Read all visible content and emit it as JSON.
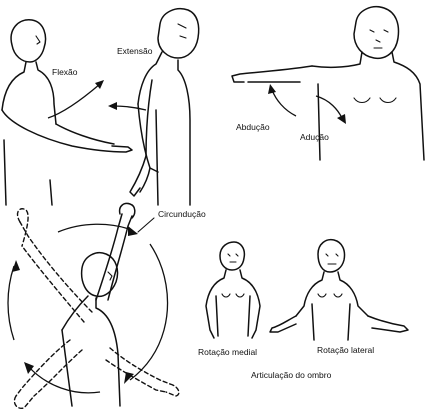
{
  "labels": {
    "flexao": "Flexão",
    "extensao": "Extensão",
    "abducao": "Abdução",
    "aducao": "Adução",
    "circunducao": "Circundução",
    "rotacao_medial": "Rotação medial",
    "rotacao_lateral": "Rotação lateral",
    "caption": "Articulação do ombro"
  }
}
